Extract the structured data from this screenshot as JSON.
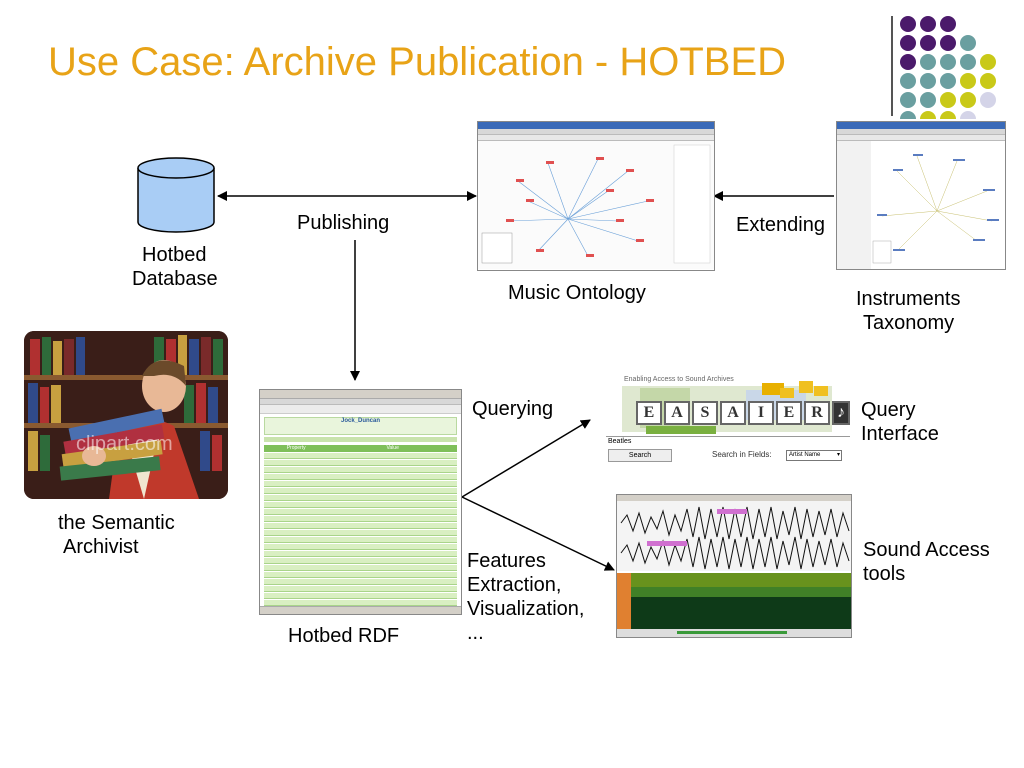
{
  "title": "Use Case: Archive Publication - HOTBED",
  "labels": {
    "publishing": "Publishing",
    "extending": "Extending",
    "querying": "Querying",
    "hotbed_db_line1": "Hotbed",
    "hotbed_db_line2": "Database",
    "music_ontology": "Music Ontology",
    "instruments_line1": "Instruments",
    "instruments_line2": "Taxonomy",
    "archivist_line1": "the Semantic",
    "archivist_line2": "Archivist",
    "hotbed_rdf": "Hotbed RDF",
    "features_line1": "Features",
    "features_line2": "Extraction,",
    "features_line3": "Visualization,",
    "features_line4": "...",
    "query_line1": "Query",
    "query_line2": "Interface",
    "sound_line1": "Sound Access",
    "sound_line2": "tools"
  },
  "clipart_watermark": "clipart.com",
  "rdf_window": {
    "title": "Jock_Duncan",
    "col_property": "Property",
    "col_value": "Value"
  },
  "query_ui": {
    "banner": "Enabling Access to Sound Archives",
    "letters": [
      "E",
      "A",
      "S",
      "A",
      "I",
      "E",
      "R"
    ],
    "search_value": "Beatles",
    "search_button": "Search",
    "search_in_label": "Search in Fields:",
    "field_option": "Artist Name"
  },
  "colors": {
    "title": "#e8a317",
    "db_fill": "#a9cdf5",
    "dot_purple": "#4b1a6b",
    "dot_teal": "#6a9fa0",
    "dot_yellow": "#c9c918",
    "dot_lavender": "#d4d4e8"
  }
}
